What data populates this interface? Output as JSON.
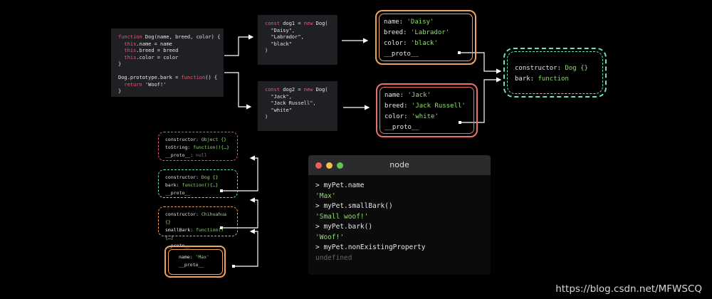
{
  "constructor_code": {
    "lines": [
      {
        "parts": [
          {
            "t": "function",
            "c": "kw"
          },
          {
            "t": " Dog(name, breed, color) {",
            "c": ""
          }
        ]
      },
      {
        "parts": [
          {
            "t": "  this",
            "c": "th"
          },
          {
            "t": ".name = name",
            "c": ""
          }
        ]
      },
      {
        "parts": [
          {
            "t": "  this",
            "c": "th"
          },
          {
            "t": ".breed = breed",
            "c": ""
          }
        ]
      },
      {
        "parts": [
          {
            "t": "  this",
            "c": "th"
          },
          {
            "t": ".color = color",
            "c": ""
          }
        ]
      },
      {
        "parts": [
          {
            "t": "}",
            "c": ""
          }
        ]
      },
      {
        "parts": [
          {
            "t": "",
            "c": ""
          }
        ]
      },
      {
        "parts": [
          {
            "t": "Dog.prototype.bark = ",
            "c": ""
          },
          {
            "t": "function",
            "c": "kw"
          },
          {
            "t": "() {",
            "c": ""
          }
        ]
      },
      {
        "parts": [
          {
            "t": "  return",
            "c": "kw"
          },
          {
            "t": " 'Woof!'",
            "c": ""
          }
        ]
      },
      {
        "parts": [
          {
            "t": "}",
            "c": ""
          }
        ]
      }
    ]
  },
  "dog1_code": {
    "lines": [
      {
        "parts": [
          {
            "t": "const",
            "c": "kw"
          },
          {
            "t": " dog1 = ",
            "c": ""
          },
          {
            "t": "new",
            "c": "kw"
          },
          {
            "t": " Dog(",
            "c": ""
          }
        ]
      },
      {
        "parts": [
          {
            "t": "  \"Daisy\",",
            "c": ""
          }
        ]
      },
      {
        "parts": [
          {
            "t": "  \"Labrador\",",
            "c": ""
          }
        ]
      },
      {
        "parts": [
          {
            "t": "  \"black\"",
            "c": ""
          }
        ]
      },
      {
        "parts": [
          {
            "t": ")",
            "c": ""
          }
        ]
      }
    ]
  },
  "dog2_code": {
    "lines": [
      {
        "parts": [
          {
            "t": "const",
            "c": "kw"
          },
          {
            "t": " dog2 = ",
            "c": ""
          },
          {
            "t": "new",
            "c": "kw"
          },
          {
            "t": " Dog(",
            "c": ""
          }
        ]
      },
      {
        "parts": [
          {
            "t": "  \"Jack\",",
            "c": ""
          }
        ]
      },
      {
        "parts": [
          {
            "t": "  \"Jack Russell\",",
            "c": ""
          }
        ]
      },
      {
        "parts": [
          {
            "t": "  \"white\"",
            "c": ""
          }
        ]
      },
      {
        "parts": [
          {
            "t": ")",
            "c": ""
          }
        ]
      }
    ]
  },
  "dog1_object": {
    "name_key": "name: ",
    "name_val": "'Daisy'",
    "breed_key": "breed: ",
    "breed_val": "'Labrador'",
    "color_key": "color: ",
    "color_val": "'black'",
    "proto": "__proto__"
  },
  "dog2_object": {
    "name_key": "name: ",
    "name_val": "'Jack'",
    "breed_key": "breed: ",
    "breed_val": "'Jack Russell'",
    "color_key": "color: ",
    "color_val": "'white'",
    "proto": "__proto__"
  },
  "dog_prototype": {
    "constructor_key": "constructor: ",
    "constructor_val": "Dog {}",
    "bark_key": "bark: ",
    "bark_val": "function"
  },
  "object_prototype": {
    "constructor_key": "constructor: ",
    "constructor_val": "Object {}",
    "tostring_key": "toString: ",
    "tostring_val": "function(){…}",
    "proto_key": "__proto__: ",
    "proto_val": "null"
  },
  "dog_prototype_small": {
    "constructor_key": "constructor: ",
    "constructor_val": "Dog {}",
    "bark_key": "bark: ",
    "bark_val": "function(){…}",
    "proto": "__proto__"
  },
  "chihuahua_prototype": {
    "constructor_key": "constructor: ",
    "constructor_val": "Chihuahua {}",
    "smallbark_key": "smallBark: ",
    "smallbark_val": "function(){…}",
    "proto": "__proto__"
  },
  "mypet_object": {
    "name_key": "name: ",
    "name_val": "'Max'",
    "proto": "__proto__"
  },
  "terminal": {
    "title": "node",
    "lines": [
      {
        "type": "in",
        "text": ">  myPet.name"
      },
      {
        "type": "out",
        "text": "'Max'"
      },
      {
        "type": "in",
        "text": ">  myPet.smallBark()"
      },
      {
        "type": "out",
        "text": "'Small woof!'"
      },
      {
        "type": "in",
        "text": ">  myPet.bark()"
      },
      {
        "type": "out",
        "text": "'Woof!'"
      },
      {
        "type": "in",
        "text": ">  myPet.nonExistingProperty"
      },
      {
        "type": "undef",
        "text": "undefined"
      }
    ],
    "dot_colors": [
      "#ec5f55",
      "#f4be4f",
      "#5fc454"
    ]
  },
  "watermark": "https://blog.csdn.net/MFWSCQ"
}
